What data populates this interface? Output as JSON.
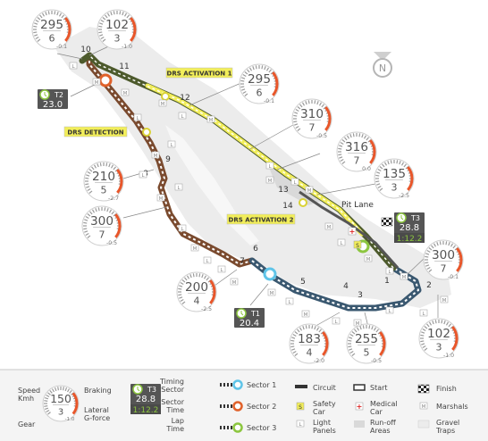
{
  "compass": {
    "label": "N"
  },
  "corners": [
    "1",
    "2",
    "3",
    "4",
    "5",
    "6",
    "7",
    "8",
    "9",
    "10",
    "11",
    "12",
    "13",
    "14"
  ],
  "speed_badges": [
    {
      "speed": "295",
      "gear": "6",
      "g": "-0.1"
    },
    {
      "speed": "102",
      "gear": "3",
      "g": "-1.0"
    },
    {
      "speed": "295",
      "gear": "6",
      "g": "-0.1"
    },
    {
      "speed": "310",
      "gear": "7",
      "g": "-0.5"
    },
    {
      "speed": "316",
      "gear": "7",
      "g": "0.0"
    },
    {
      "speed": "135",
      "gear": "3",
      "g": "-2.5"
    },
    {
      "speed": "210",
      "gear": "5",
      "g": "-2.7"
    },
    {
      "speed": "300",
      "gear": "7",
      "g": "-0.5"
    },
    {
      "speed": "200",
      "gear": "4",
      "g": "-2.5"
    },
    {
      "speed": "183",
      "gear": "4",
      "g": "-2.0"
    },
    {
      "speed": "255",
      "gear": "5",
      "g": "-0.5"
    },
    {
      "speed": "300",
      "gear": "7",
      "g": "-0.1"
    },
    {
      "speed": "102",
      "gear": "3",
      "g": "-1.0"
    }
  ],
  "timing": {
    "t1": {
      "name": "T1",
      "time": "20.4"
    },
    "t2": {
      "name": "T2",
      "time": "23.0"
    },
    "t3": {
      "name": "T3",
      "time": "28.8",
      "lap": "1:12.2"
    }
  },
  "callouts": {
    "drs_activation_1": "DRS ACTIVATION 1",
    "drs_detection": "DRS DETECTION",
    "drs_activation_2": "DRS ACTIVATION 2",
    "pit_lane": "Pit Lane"
  },
  "legend": {
    "speed": "Speed",
    "kmh": "Kmh",
    "gear": "Gear",
    "braking": "Braking",
    "lateral": "Lateral",
    "gforce": "G-force",
    "sample": {
      "speed": "150",
      "gear": "3",
      "g": "-1.0"
    },
    "timing_sample": {
      "name": "T3",
      "time": "28.8",
      "lap": "1:12.2"
    },
    "timing_sector": "Timing Sector",
    "sector_time": "Sector Time",
    "lap_time": "Lap Time",
    "sector1": "Sector 1",
    "sector2": "Sector 2",
    "sector3": "Sector 3",
    "circuit": "Circuit",
    "safety_car": "Safety Car",
    "light_panels": "Light Panels",
    "start": "Start",
    "medical_car": "Medical Car",
    "runoff": "Run-off Areas",
    "finish": "Finish",
    "marshals": "Marshals",
    "gravel": "Gravel Traps"
  },
  "colors": {
    "sector1": "#5fc4e8",
    "sector2": "#e0612a",
    "sector3": "#8cc63f",
    "drs": "#f2ee5a",
    "braking": "#e8562a",
    "timing_green": "#8cc63f"
  }
}
